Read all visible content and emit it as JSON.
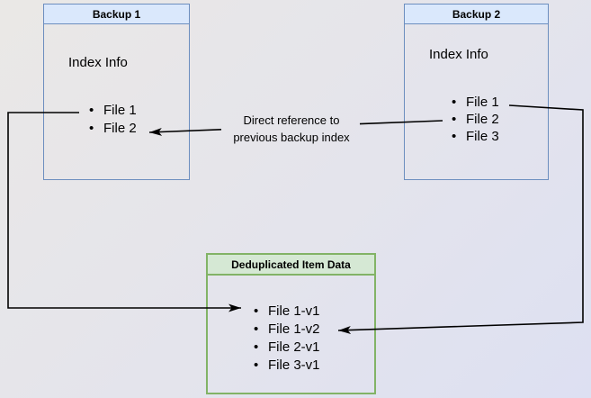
{
  "diagram": {
    "backup1": {
      "title": "Backup 1",
      "subtitle": "Index Info",
      "items": [
        "File 1",
        "File 2"
      ]
    },
    "backup2": {
      "title": "Backup 2",
      "subtitle": "Index Info",
      "items": [
        "File 1",
        "File 2",
        "File 3"
      ]
    },
    "dedup": {
      "title": "Deduplicated Item Data",
      "items": [
        "File 1-v1",
        "File 1-v2",
        "File 2-v1",
        "File 3-v1"
      ]
    },
    "annotation": "Direct reference to\nprevious backup index",
    "connectors": [
      "backup1 File 1 -> dedup File 1-v1",
      "backup2 File 2 -> backup1 File 2 (direct reference)",
      "backup2 File 1 -> dedup File 1-v2"
    ],
    "colors": {
      "blue_fill": "#dae8fc",
      "blue_stroke": "#6c8ebf",
      "green_fill": "#d5e8d4",
      "green_stroke": "#82b366",
      "connector": "#000000",
      "background_start": "#eae8e6",
      "background_end": "#dde0f2"
    }
  }
}
